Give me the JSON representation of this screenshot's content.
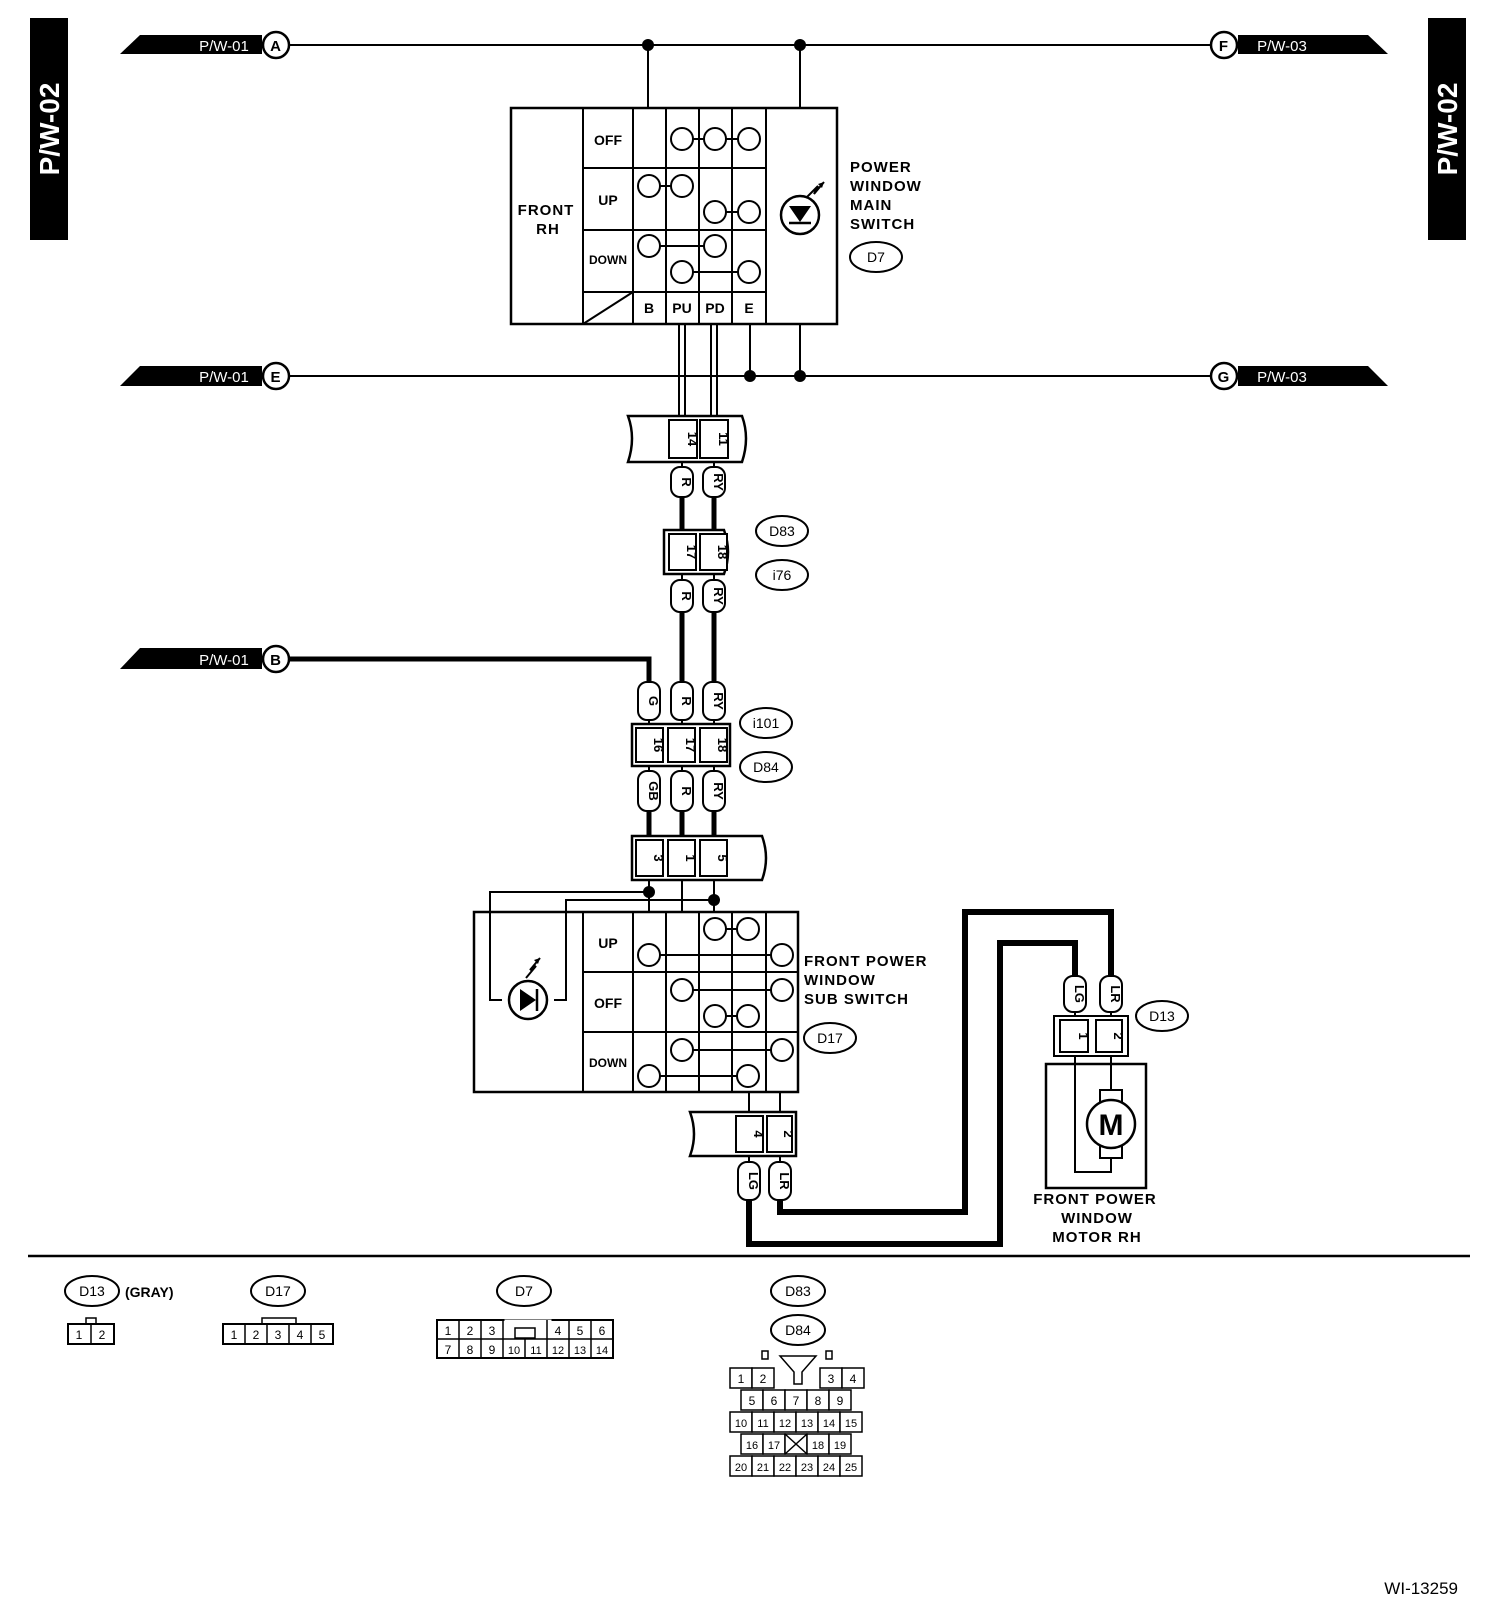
{
  "page": {
    "side_label_left": "P/W-02",
    "side_label_right": "P/W-02",
    "figure_id": "WI-13259"
  },
  "bus": {
    "A": {
      "tab": "P/W-01",
      "letter": "A"
    },
    "F": {
      "tab": "P/W-03",
      "letter": "F"
    },
    "E": {
      "tab": "P/W-01",
      "letter": "E"
    },
    "G": {
      "tab": "P/W-03",
      "letter": "G"
    },
    "B": {
      "tab": "P/W-01",
      "letter": "B"
    }
  },
  "main_switch": {
    "side_title_1": "FRONT",
    "side_title_2": "RH",
    "rows": [
      "OFF",
      "UP",
      "DOWN"
    ],
    "cols": [
      "B",
      "PU",
      "PD",
      "E"
    ],
    "label_1": "POWER",
    "label_2": "WINDOW",
    "label_3": "MAIN",
    "label_4": "SWITCH",
    "connector": "D7"
  },
  "conn_upper": {
    "pins": [
      "14",
      "11"
    ],
    "wires": [
      "R",
      "RY"
    ]
  },
  "conn_d83": {
    "pins": [
      "17",
      "18"
    ],
    "wires_below": [
      "R",
      "RY"
    ],
    "codes": [
      "D83",
      "i76"
    ]
  },
  "conn_i101": {
    "wires_above": [
      "G",
      "R",
      "RY"
    ],
    "pins": [
      "16",
      "17",
      "18"
    ],
    "wires_below": [
      "GB",
      "R",
      "RY"
    ],
    "codes": [
      "i101",
      "D84"
    ]
  },
  "conn_sub_top": {
    "pins": [
      "3",
      "1",
      "5"
    ]
  },
  "sub_switch": {
    "rows": [
      "UP",
      "OFF",
      "DOWN"
    ],
    "label_1": "FRONT POWER",
    "label_2": "WINDOW",
    "label_3": "SUB SWITCH",
    "connector": "D17"
  },
  "conn_sub_bottom": {
    "pins": [
      "4",
      "2"
    ],
    "wires": [
      "LG",
      "LR"
    ]
  },
  "motor": {
    "wires": [
      "LG",
      "LR"
    ],
    "pins": [
      "1",
      "2"
    ],
    "connector": "D13",
    "symbol": "M",
    "label_1": "FRONT POWER",
    "label_2": "WINDOW",
    "label_3": "MOTOR RH"
  },
  "legend": {
    "d13": {
      "code": "D13",
      "note": "(GRAY)",
      "pins": [
        "1",
        "2"
      ]
    },
    "d17": {
      "code": "D17",
      "pins": [
        "1",
        "2",
        "3",
        "4",
        "5"
      ]
    },
    "d7": {
      "code": "D7",
      "row1": [
        "1",
        "2",
        "3",
        "4",
        "5",
        "6"
      ],
      "row2": [
        "7",
        "8",
        "9",
        "10",
        "11",
        "12",
        "13",
        "14"
      ]
    },
    "d83_84": {
      "codes": [
        "D83",
        "D84"
      ],
      "row1": [
        "1",
        "2",
        "3",
        "4"
      ],
      "row2": [
        "5",
        "6",
        "7",
        "8",
        "9"
      ],
      "row3": [
        "10",
        "11",
        "12",
        "13",
        "14",
        "15"
      ],
      "row4": [
        "16",
        "17",
        "18",
        "19"
      ],
      "row5": [
        "20",
        "21",
        "22",
        "23",
        "24",
        "25"
      ]
    }
  }
}
